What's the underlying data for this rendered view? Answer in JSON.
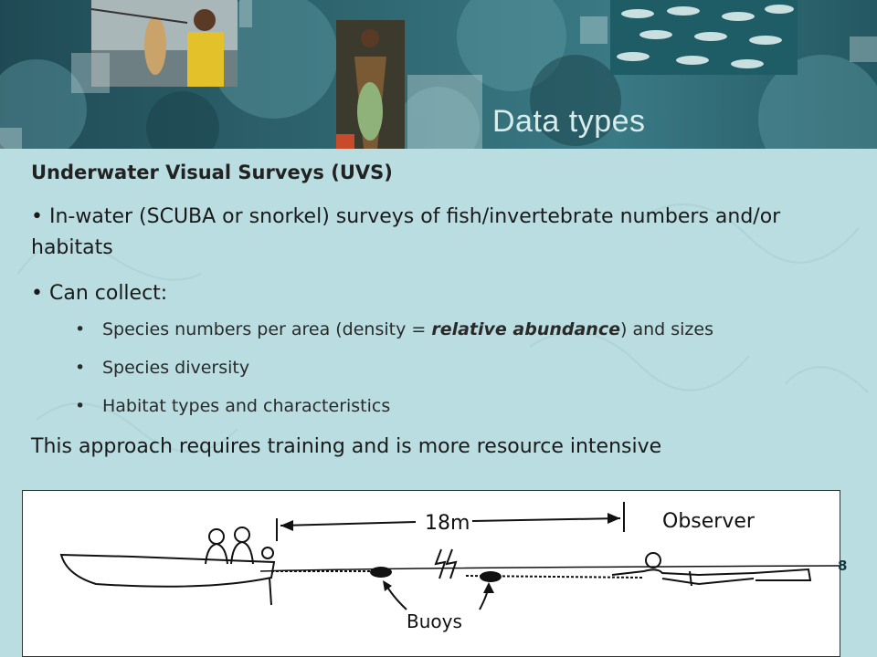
{
  "slide": {
    "title": "Data types",
    "heading": "Underwater Visual Surveys (UVS)",
    "bullets": [
      "In-water (SCUBA or snorkel) surveys of fish/invertebrate numbers and/or habitats",
      "Can collect:"
    ],
    "sub_bullets": {
      "item1_before": "Species numbers per area (density = ",
      "item1_emph": "relative abundance",
      "item1_after": ") and sizes",
      "item2": "Species diversity",
      "item3": "Habitat types and characteristics"
    },
    "closing": "This approach requires training and is more resource intensive",
    "page_number": "8"
  },
  "diagram": {
    "distance_label": "18m",
    "observer_label": "Observer",
    "buoys_label": "Buoys"
  },
  "colors": {
    "background": "#b9dde0",
    "header_dark": "#1f4a55",
    "title_text": "#d9ecec"
  },
  "icons": [
    "bullet-dot",
    "fisherman-photo",
    "canoe-photo",
    "fish-school-photo",
    "coral-background"
  ]
}
